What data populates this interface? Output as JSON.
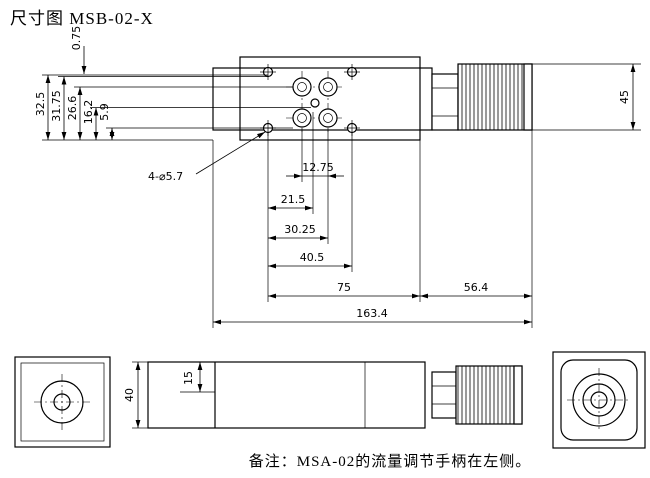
{
  "page": {
    "title": "尺寸图 MSB-02-X",
    "note": "备注：MSA-02的流量调节手柄在左侧。"
  },
  "main_view": {
    "vertical_dims": {
      "top_offset": "0.75",
      "d1": "32.5",
      "d2": "31.75",
      "d3": "26.6",
      "d4": "16.2",
      "d5": "5.9"
    },
    "knob_height": "45",
    "mounting_holes": "4-⌀5.7",
    "horizontal_dims": {
      "d1": "12.75",
      "d2": "21.5",
      "d3": "30.25",
      "d4": "40.5",
      "d5": "75",
      "d6": "56.4",
      "total": "163.4"
    }
  },
  "side_view": {
    "port_offset": "15",
    "height": "40"
  }
}
